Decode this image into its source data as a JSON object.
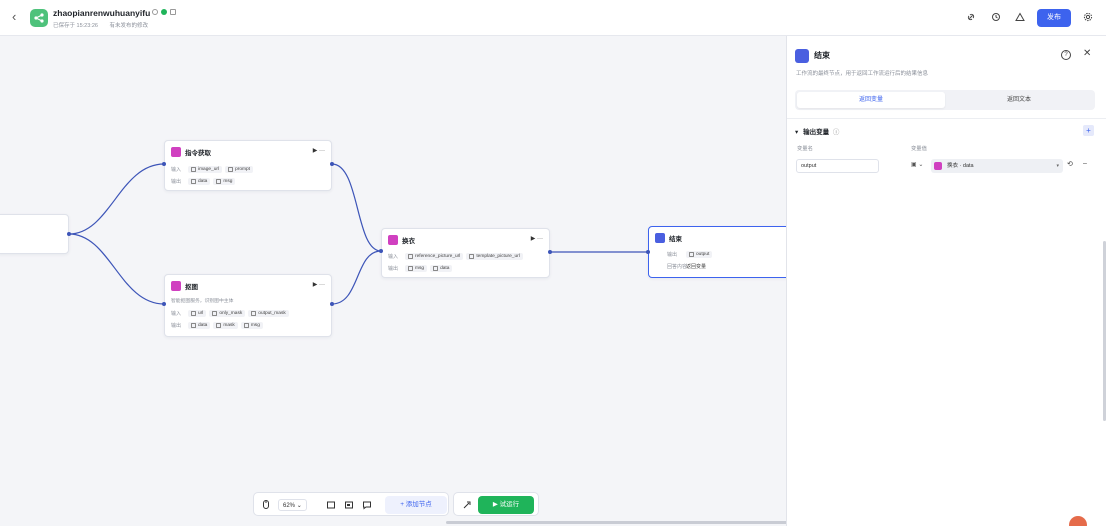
{
  "header": {
    "back_label": "‹",
    "app_name": "zhaopianrenwuhuanyifu",
    "meta_saved": "已保存于 15:23:26",
    "meta_status": "有未发布的修改",
    "publish_label": "发布"
  },
  "colors": {
    "accent": "#3d63ee",
    "run_green": "#1fb45a",
    "edge": "#3d55b8",
    "node_pink": "#d040c0",
    "node_blue": "#4a5fe0"
  },
  "nodes": {
    "node1": {
      "title": "指令获取",
      "input_label": "输入",
      "output_label": "输出",
      "inputs": [
        "image_url",
        "prompt"
      ],
      "outputs": [
        "data",
        "msg"
      ],
      "tools": "▶  ···"
    },
    "node2": {
      "title": "抠图",
      "desc": "智能抠图服务，识别图中主体",
      "input_label": "输入",
      "output_label": "输出",
      "inputs": [
        "url",
        "only_mask",
        "output_mask"
      ],
      "outputs": [
        "data",
        "mask",
        "msg"
      ],
      "tools": "▶  ···"
    },
    "node3": {
      "title": "换衣",
      "input_label": "输入",
      "output_label": "输出",
      "inputs": [
        "reference_picture_url",
        "template_picture_url"
      ],
      "outputs": [
        "msg",
        "data"
      ],
      "tools": "▶  ···"
    },
    "node4": {
      "title": "结束",
      "row1_label": "输出",
      "row1_chip": "output",
      "row2_label": "回答内容",
      "row2_value": "返回变量"
    }
  },
  "toolbar": {
    "zoom": "62%",
    "add_node_label": "+ 添加节点",
    "run_label": "▶ 试运行"
  },
  "panel": {
    "title": "结束",
    "desc": "工作流的最终节点，用于返回工作流运行后的结果信息",
    "tab_active": "返回变量",
    "tab_other": "返回文本",
    "section_label": "输出变量",
    "col_name": "变量名",
    "col_value": "变量值",
    "var_name": "output",
    "var_value": "换衣 · data"
  }
}
